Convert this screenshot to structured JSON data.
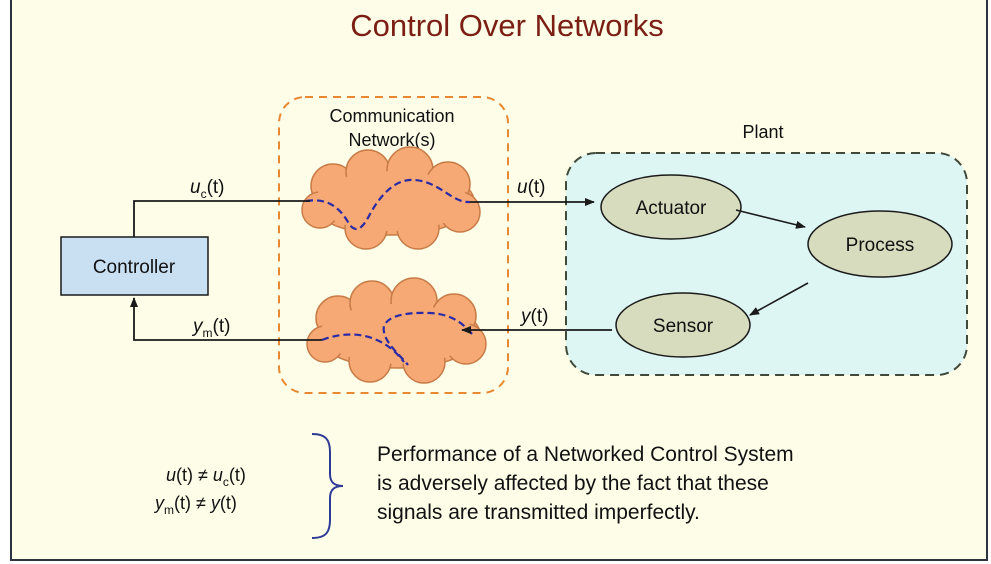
{
  "title": "Control Over Networks",
  "network": {
    "label_line1": "Communication",
    "label_line2": "Network(s)"
  },
  "plant": {
    "label": "Plant"
  },
  "blocks": {
    "controller": "Controller",
    "actuator": "Actuator",
    "process": "Process",
    "sensor": "Sensor"
  },
  "signals": {
    "uc": {
      "base": "u",
      "sub": "c",
      "arg": "(t)"
    },
    "u": {
      "base": "u",
      "arg": "(t)"
    },
    "ym": {
      "base": "y",
      "sub": "m",
      "arg": "(t)"
    },
    "y": {
      "base": "y",
      "arg": "(t)"
    }
  },
  "equations": {
    "eq1": {
      "lhs_base": "u",
      "lhs_arg": "(t)",
      "op": " ≠ ",
      "rhs_base": "u",
      "rhs_sub": "c",
      "rhs_arg": "(t)"
    },
    "eq2": {
      "lhs_base": "y",
      "lhs_sub": "m",
      "lhs_arg": "(t)",
      "op": " ≠ ",
      "rhs_base": "y",
      "rhs_arg": "(t)"
    }
  },
  "note": {
    "line1": "Performance of a Networked Control System",
    "line2": "is adversely affected by the fact that these",
    "line3": "signals are transmitted imperfectly."
  },
  "colors": {
    "title": "#7b1e14",
    "border": "#2e3340",
    "background": "#fdfde8",
    "controller_fill": "#c9dff2",
    "plant_fill": "#ddf6f4",
    "plant_border": "#3f4a3a",
    "node_fill": "#d6dcbd",
    "cloud_fill": "#f6a875",
    "cloud_stroke": "#c77c47",
    "network_border": "#e88830",
    "dashed_path": "#2a2aa6",
    "brace": "#2f3a96"
  }
}
